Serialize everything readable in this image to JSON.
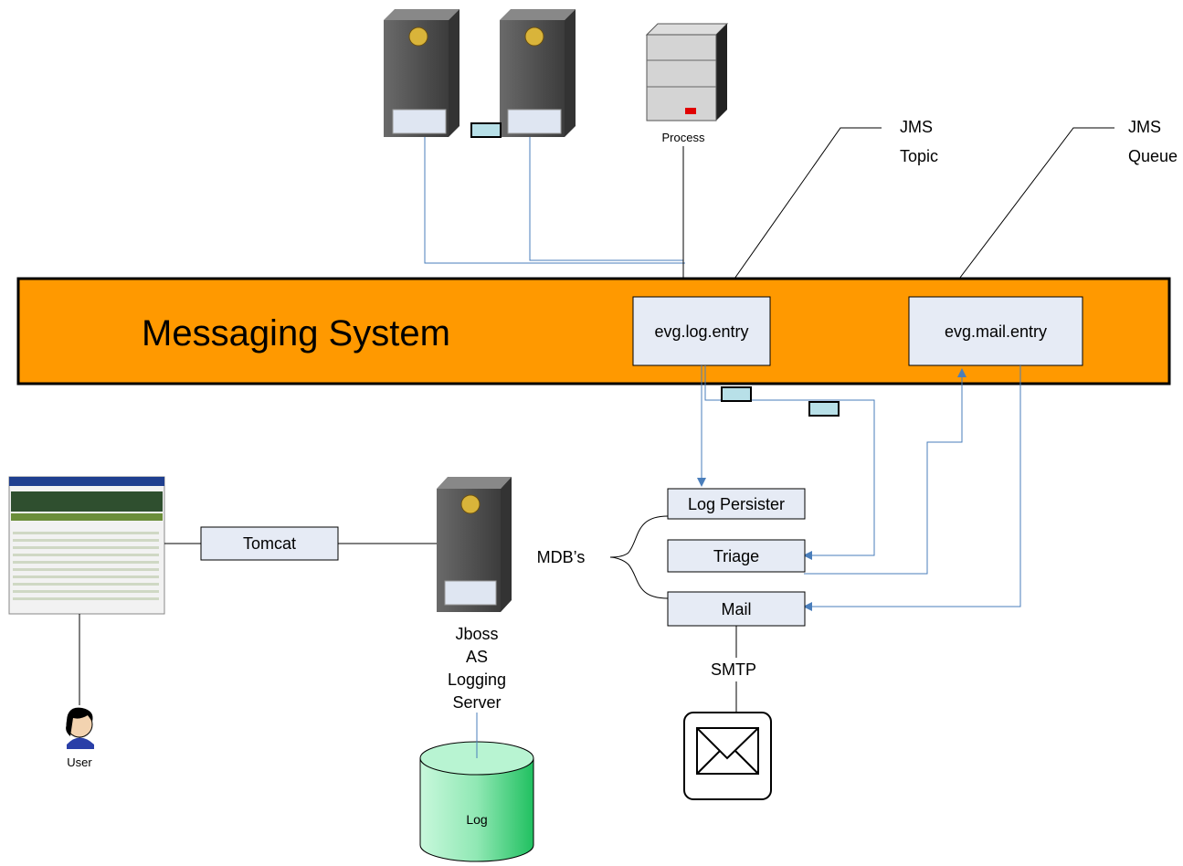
{
  "bus": {
    "title": "Messaging System",
    "log_queue": "evg.log.entry",
    "mail_queue": "evg.mail.entry"
  },
  "callouts": {
    "jms_topic_1": "JMS",
    "jms_topic_2": "Topic",
    "jms_queue_1": "JMS",
    "jms_queue_2": "Queue"
  },
  "nodes": {
    "process": "Process",
    "tomcat": "Tomcat",
    "jboss_1": "Jboss",
    "jboss_2": "AS",
    "jboss_3": "Logging",
    "jboss_4": "Server",
    "log_db": "Log",
    "user": "User",
    "mdbs": "MDB’s",
    "log_persister": "Log Persister",
    "triage": "Triage",
    "mail": "Mail",
    "smtp": "SMTP"
  },
  "colors": {
    "bus_fill": "#ff9900",
    "box_fill": "#e6ebf5",
    "server_dark": "#555555",
    "connector": "#4a7ebb",
    "db_fill": "#a8f0c8",
    "msg_fill": "#b8e0e8"
  }
}
